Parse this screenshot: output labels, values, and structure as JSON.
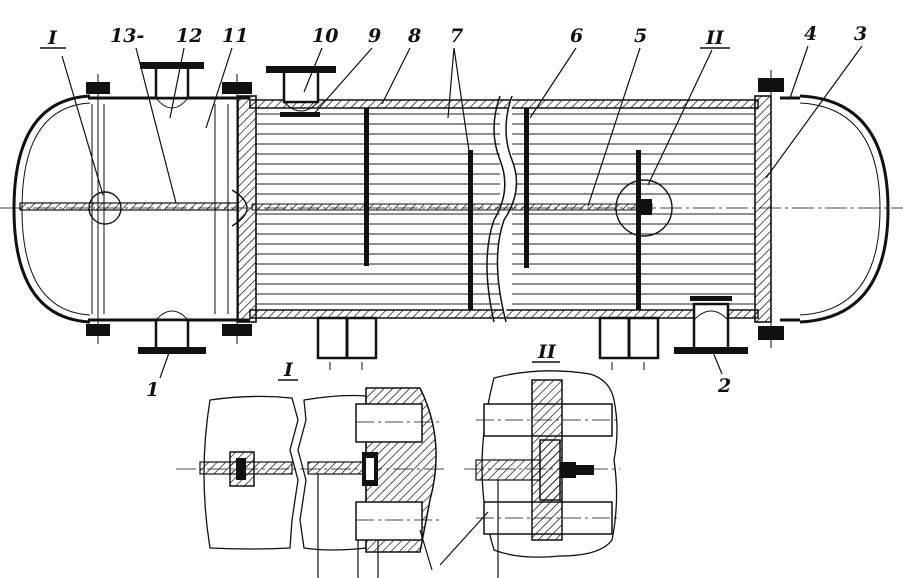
{
  "labels": {
    "n1": "1",
    "n2": "2",
    "n3": "3",
    "n4": "4",
    "n5": "5",
    "n6": "6",
    "n7": "7",
    "n8": "8",
    "n9": "9",
    "n10": "10",
    "n11": "11",
    "n12": "12",
    "n13": "13-",
    "callout_I": "I",
    "callout_II": "II",
    "detail_I_title": "I",
    "detail_II_title": "II"
  }
}
